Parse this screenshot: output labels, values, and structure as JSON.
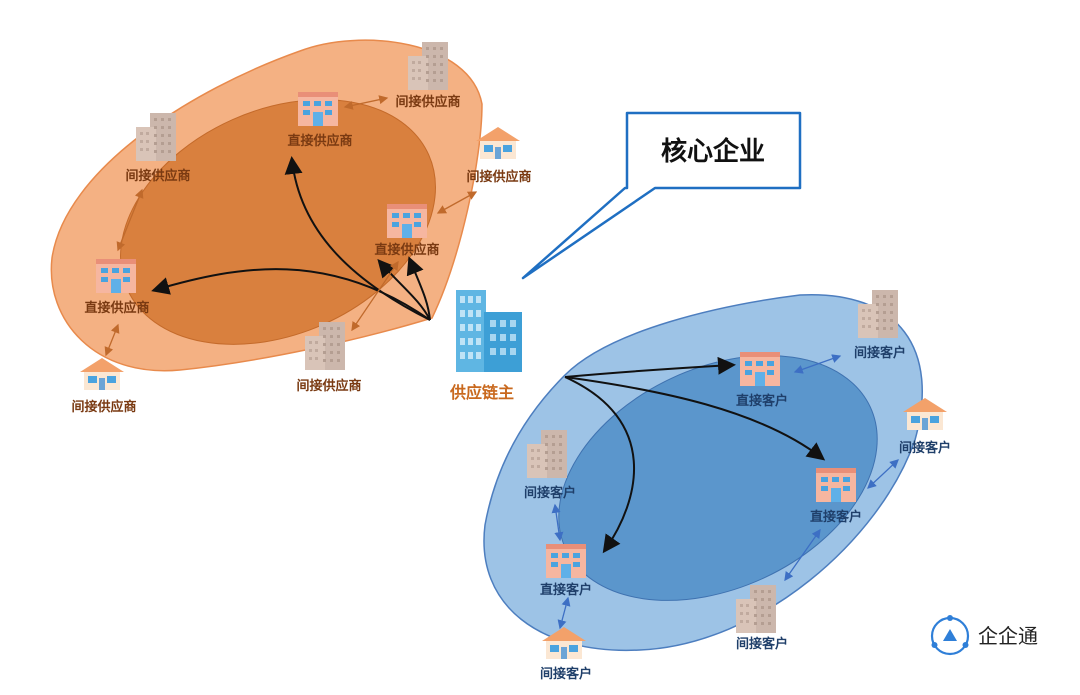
{
  "callout": {
    "text": "核心企业"
  },
  "core": {
    "label": "供应链主"
  },
  "supplier_nodes": [
    {
      "label": "直接供应商"
    },
    {
      "label": "直接供应商"
    },
    {
      "label": "直接供应商"
    },
    {
      "label": "间接供应商"
    },
    {
      "label": "间接供应商"
    },
    {
      "label": "间接供应商"
    },
    {
      "label": "间接供应商"
    },
    {
      "label": "间接供应商"
    }
  ],
  "customer_nodes": [
    {
      "label": "直接客户"
    },
    {
      "label": "直接客户"
    },
    {
      "label": "直接客户"
    },
    {
      "label": "间接客户"
    },
    {
      "label": "间接客户"
    },
    {
      "label": "间接客户"
    },
    {
      "label": "间接客户"
    },
    {
      "label": "间接客户"
    }
  ],
  "brand": {
    "name": "企企通",
    "icon": "qiqitong-logo-icon"
  },
  "colors": {
    "supplier_outer": "#f4b183",
    "supplier_inner": "#d9803e",
    "customer_outer": "#9dc3e6",
    "customer_inner": "#5b96cc",
    "callout_border": "#1f6fc2",
    "core_label": "#c9691e"
  }
}
